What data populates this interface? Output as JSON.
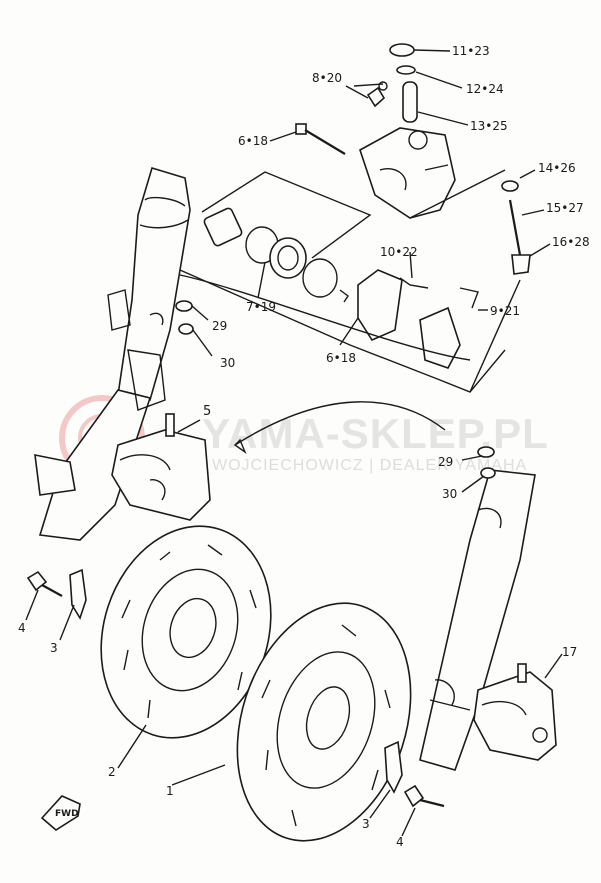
{
  "diagram": {
    "watermark": {
      "main": "YAMA-SKLEP.PL",
      "sub": "WOJCIECHOWICZ | DEALER YAMAHA"
    },
    "forward_marker": "FWD",
    "callouts": [
      {
        "id": "c-11-23",
        "text": "11•23"
      },
      {
        "id": "c-12-24",
        "text": "12•24"
      },
      {
        "id": "c-8-20",
        "text": "8•20"
      },
      {
        "id": "c-13-25",
        "text": "13•25"
      },
      {
        "id": "c-6-18-top",
        "text": "6•18"
      },
      {
        "id": "c-14-26",
        "text": "14•26"
      },
      {
        "id": "c-15-27",
        "text": "15•27"
      },
      {
        "id": "c-16-28",
        "text": "16•28"
      },
      {
        "id": "c-10-22",
        "text": "10•22"
      },
      {
        "id": "c-7-19",
        "text": "7•19"
      },
      {
        "id": "c-9-21",
        "text": "9•21"
      },
      {
        "id": "c-6-18-mid",
        "text": "6•18"
      },
      {
        "id": "c-29-left",
        "text": "29"
      },
      {
        "id": "c-30-left",
        "text": "30"
      },
      {
        "id": "c-5",
        "text": "5"
      },
      {
        "id": "c-29-right",
        "text": "29"
      },
      {
        "id": "c-30-right",
        "text": "30"
      },
      {
        "id": "c-4-left",
        "text": "4"
      },
      {
        "id": "c-3-left",
        "text": "3"
      },
      {
        "id": "c-17",
        "text": "17"
      },
      {
        "id": "c-2",
        "text": "2"
      },
      {
        "id": "c-1",
        "text": "1"
      },
      {
        "id": "c-3-right",
        "text": "3"
      },
      {
        "id": "c-4-right",
        "text": "4"
      }
    ]
  }
}
